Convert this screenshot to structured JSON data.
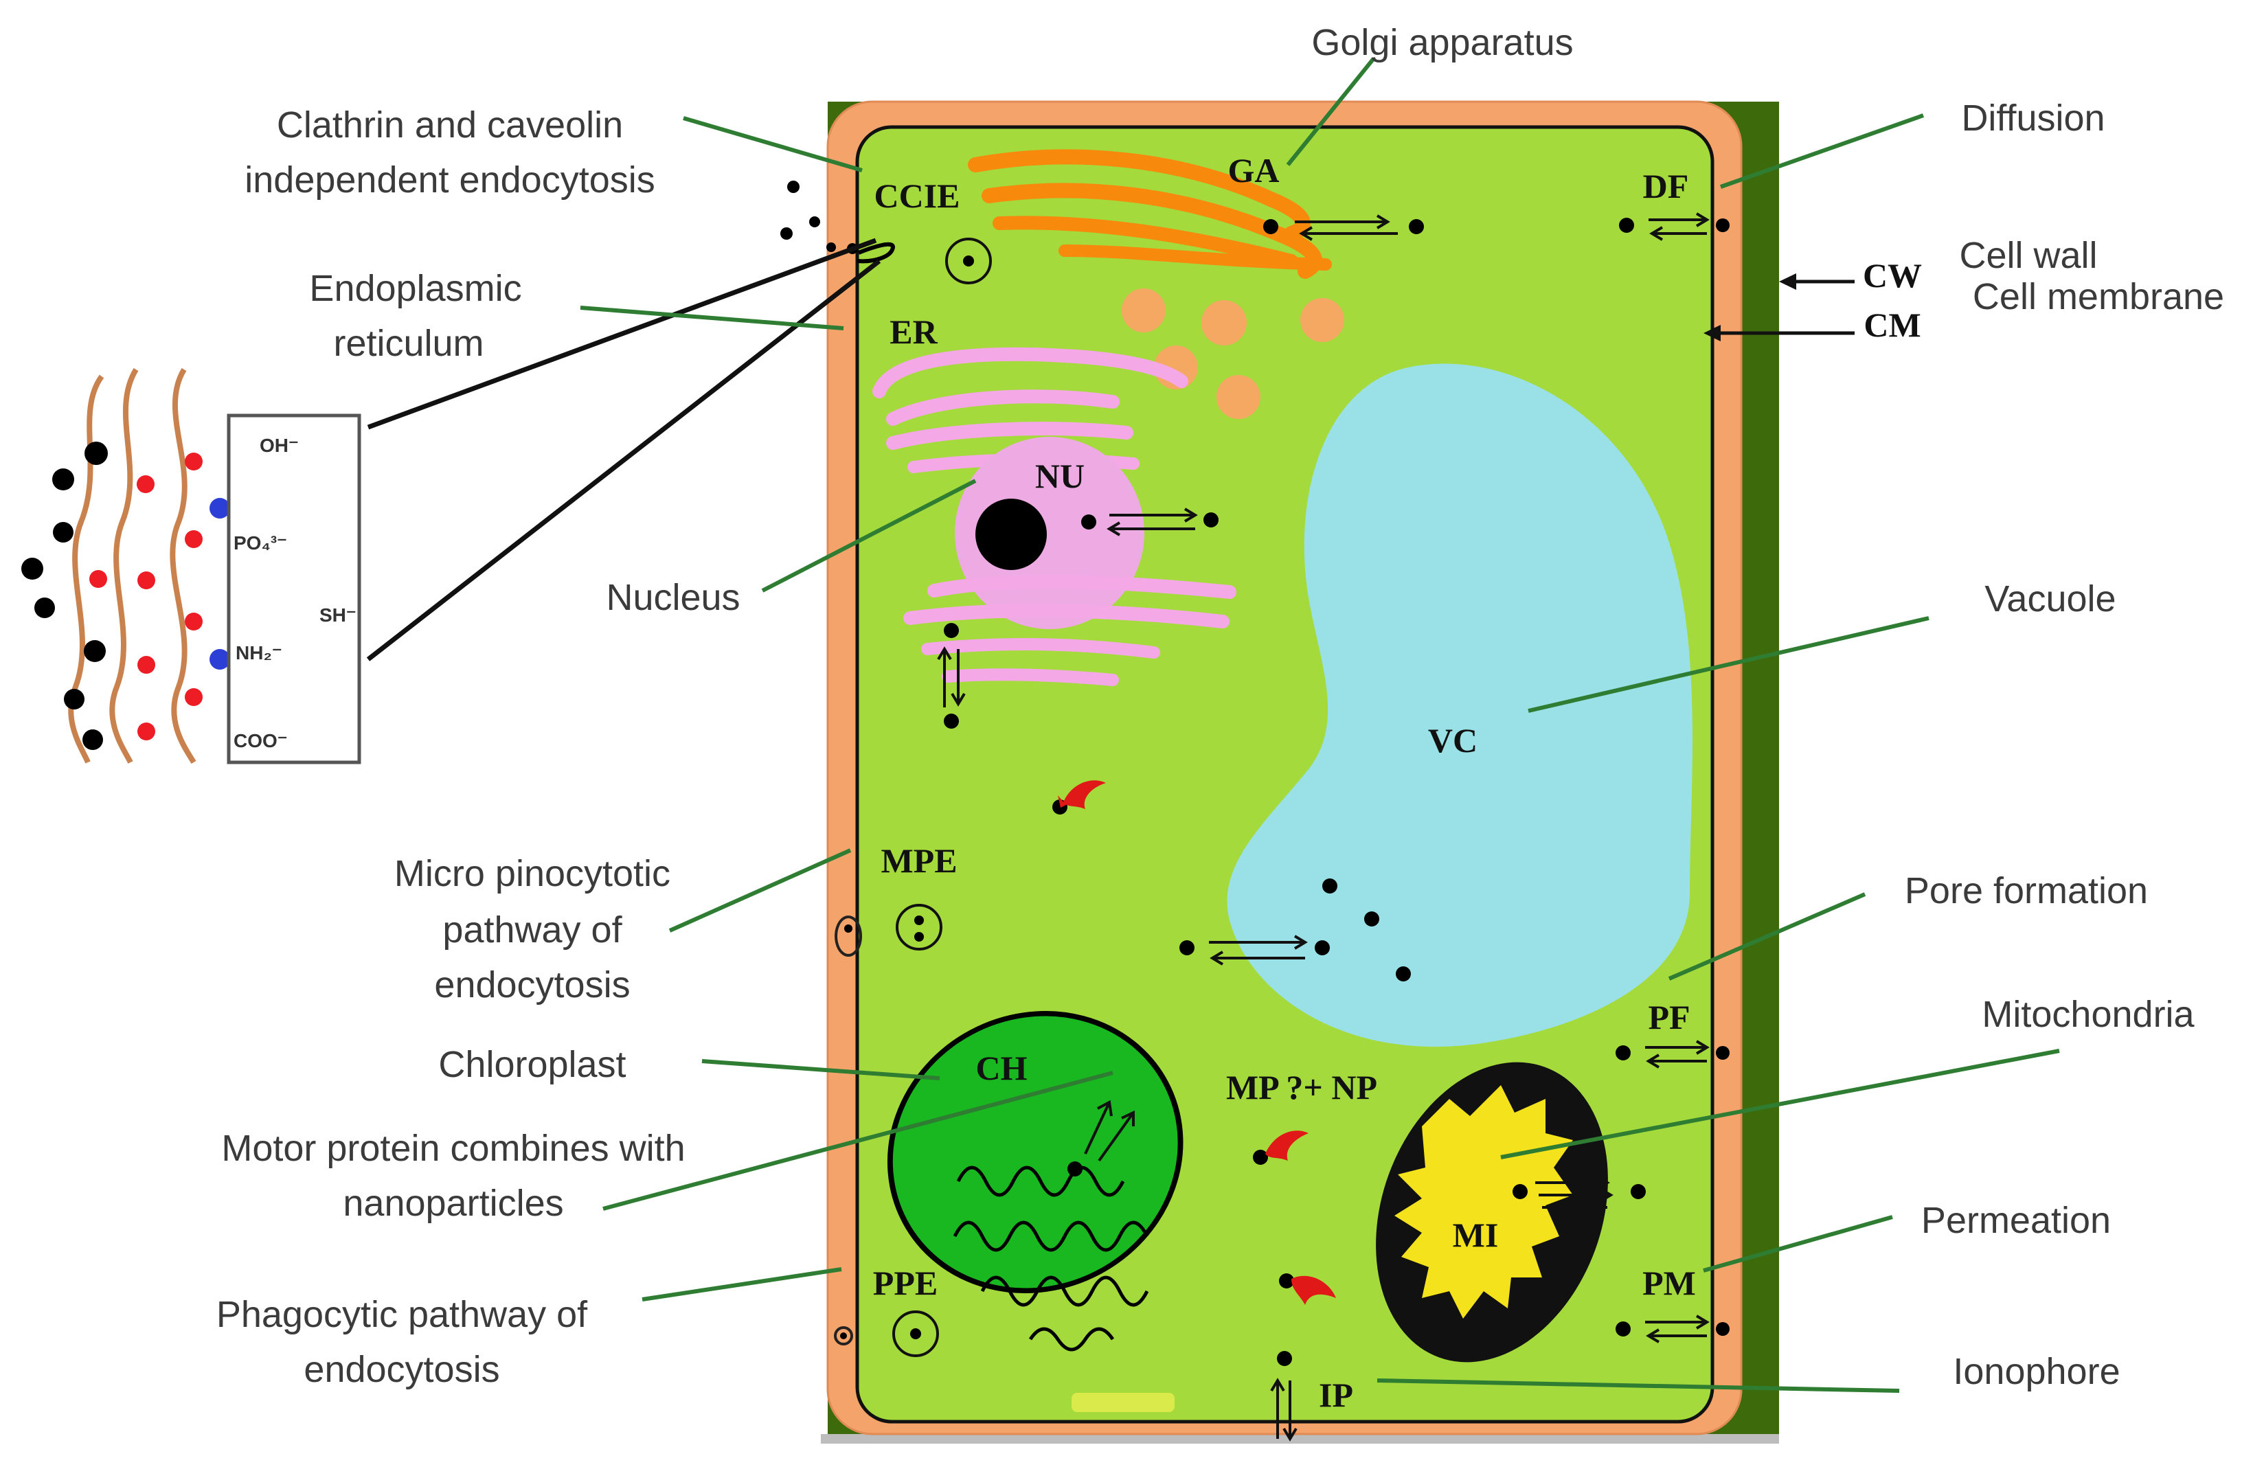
{
  "labels": {
    "golgi": "Golgi apparatus",
    "ccie_line1": "Clathrin and caveolin",
    "ccie_line2": "independent endocytosis",
    "er_line1": "Endoplasmic",
    "er_line2": "reticulum",
    "nucleus": "Nucleus",
    "mpe_line1": "Micro pinocytotic",
    "mpe_line2": "pathway of",
    "mpe_line3": "endocytosis",
    "chloroplast": "Chloroplast",
    "motor_line1": "Motor protein combines with",
    "motor_line2": "nanoparticles",
    "ppe_line1": "Phagocytic pathway of",
    "ppe_line2": "endocytosis",
    "diffusion": "Diffusion",
    "cell_wall": "Cell wall",
    "cell_membrane": "Cell membrane",
    "vacuole": "Vacuole",
    "pore_formation": "Pore formation",
    "mitochondria": "Mitochondria",
    "permeation": "Permeation",
    "ionophore": "Ionophore"
  },
  "abbreviations": {
    "ga": "GA",
    "ccie": "CCIE",
    "df": "DF",
    "cw": "CW",
    "cm": "CM",
    "er": "ER",
    "nu": "NU",
    "vc": "VC",
    "mpe": "MPE",
    "pf": "PF",
    "ch": "CH",
    "mp_np": "MP ?+ NP",
    "mi": "MI",
    "ppe": "PPE",
    "pm": "PM",
    "ip": "IP"
  },
  "functional_groups": [
    "OH⁻",
    "PO₄³⁻",
    "SH⁻",
    "NH₂⁻",
    "COO⁻"
  ],
  "colors": {
    "cytoplasm": "#a4da3c",
    "cell_wall_outer": "#3d6b0c",
    "membrane_orange": "#f4a36a",
    "golgi": "#f7890c",
    "vesicle": "#f4a862",
    "er": "#f4a8e6",
    "nucleus": "#eeaae2",
    "vacuole": "#9ae1e7",
    "chloroplast": "#19b821",
    "mitochondria_outer": "#111111",
    "mitochondria_inner": "#f4e21c",
    "leader_line": "#2e7d32",
    "motor_protein": "#e01818"
  }
}
